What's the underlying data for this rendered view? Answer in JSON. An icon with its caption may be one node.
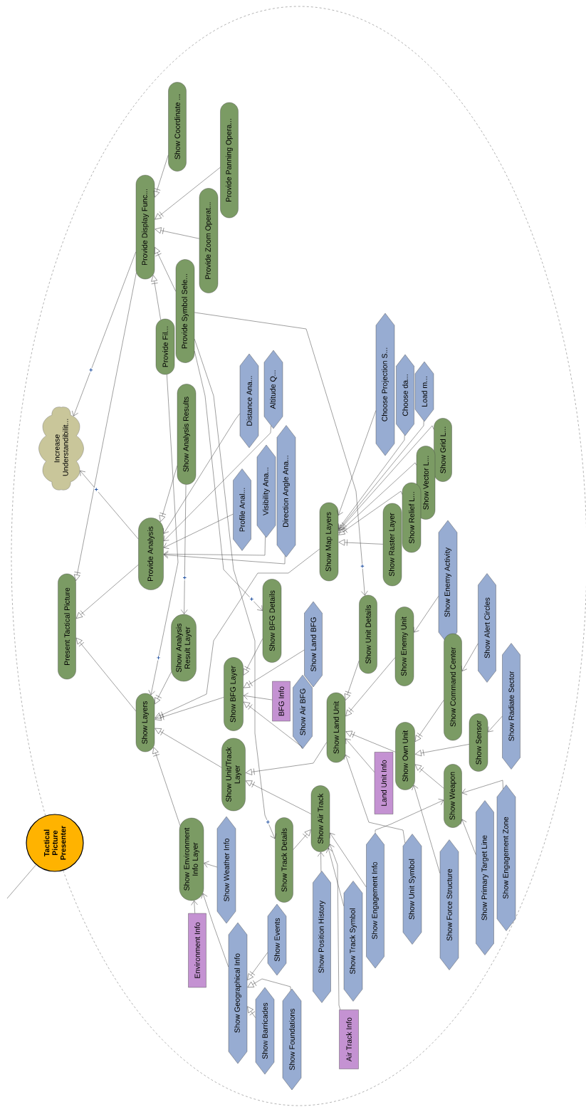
{
  "diagram": {
    "nodes": [
      {
        "text": [
          "Tactical Picture Presenter"
        ]
      },
      {
        "text": [
          "Present Tactical Picture"
        ]
      },
      {
        "text": [
          "Increase Understandibilit..."
        ]
      },
      {
        "text": [
          "Provide Display Func..."
        ]
      },
      {
        "text": [
          "Show Coordinate ..."
        ]
      },
      {
        "text": [
          "Provide Panning Opera..."
        ]
      },
      {
        "text": [
          "Provide Zoom Operat..."
        ]
      },
      {
        "text": [
          "Provide Symbol Sele..."
        ]
      },
      {
        "text": [
          "Provide Fil..."
        ]
      },
      {
        "text": [
          "Provide Analysis"
        ]
      },
      {
        "text": [
          "Show Analysis Results"
        ]
      },
      {
        "text": [
          "Show Analysis Result Layer"
        ]
      },
      {
        "text": [
          "Distance Ana..."
        ]
      },
      {
        "text": [
          "Altitude Q..."
        ]
      },
      {
        "text": [
          "Profile Anal..."
        ]
      },
      {
        "text": [
          "Visibility Ana..."
        ]
      },
      {
        "text": [
          "Direction Angle Ana..."
        ]
      },
      {
        "text": [
          "Show Layers"
        ]
      },
      {
        "text": [
          "Show BFG Details"
        ]
      },
      {
        "text": [
          "Show BFG Layer"
        ]
      },
      {
        "text": [
          "BFG Info"
        ]
      },
      {
        "text": [
          "Show Land BFG"
        ]
      },
      {
        "text": [
          "Show Air BFG"
        ]
      },
      {
        "text": [
          "Show Map Layers"
        ]
      },
      {
        "text": [
          "Choose Projection S..."
        ]
      },
      {
        "text": [
          "Choose da..."
        ]
      },
      {
        "text": [
          "Load m..."
        ]
      },
      {
        "text": [
          "Show Grid L..."
        ]
      },
      {
        "text": [
          "Show Vector L..."
        ]
      },
      {
        "text": [
          "Show Relief L..."
        ]
      },
      {
        "text": [
          "Show Raster Layer"
        ]
      },
      {
        "text": [
          "Show Unit Details"
        ]
      },
      {
        "text": [
          "Show Enemy Unit"
        ]
      },
      {
        "text": [
          "Show Enemy Activity"
        ]
      },
      {
        "text": [
          "Show Alert Circles"
        ]
      },
      {
        "text": [
          "Show Command Center"
        ]
      },
      {
        "text": [
          "Show Radiate Sector"
        ]
      },
      {
        "text": [
          "Show Unit/Track Layer"
        ]
      },
      {
        "text": [
          "Show Land Unit"
        ]
      },
      {
        "text": [
          "Show Own Unit"
        ]
      },
      {
        "text": [
          "Show Sensor"
        ]
      },
      {
        "text": [
          "Show Weapon"
        ]
      },
      {
        "text": [
          "Land Unit Info"
        ]
      },
      {
        "text": [
          "Show Environment Info Layer"
        ]
      },
      {
        "text": [
          "Show Weather Info"
        ]
      },
      {
        "text": [
          "Environment Info"
        ]
      },
      {
        "text": [
          "Show Track Details"
        ]
      },
      {
        "text": [
          "Show Air Track"
        ]
      },
      {
        "text": [
          "Show Geographical Info"
        ]
      },
      {
        "text": [
          "Show Events"
        ]
      },
      {
        "text": [
          "Show Barricades"
        ]
      },
      {
        "text": [
          "Show Foundations"
        ]
      },
      {
        "text": [
          "Show Position History"
        ]
      },
      {
        "text": [
          "Show Track Symbol"
        ]
      },
      {
        "text": [
          "Show Engagement Info"
        ]
      },
      {
        "text": [
          "Air Track Info"
        ]
      },
      {
        "text": [
          "Show Unit Symbol"
        ]
      },
      {
        "text": [
          "Show Force Structure"
        ]
      },
      {
        "text": [
          "Show Primary Target Line"
        ]
      },
      {
        "text": [
          "Show Engagement Zone"
        ]
      }
    ],
    "edges": [
      {
        "from": 4,
        "to": 3,
        "arrow": "to"
      },
      {
        "from": 5,
        "to": 3,
        "arrow": "to"
      },
      {
        "from": 6,
        "to": 3,
        "arrow": "to"
      },
      {
        "from": 7,
        "to": 3,
        "arrow": "to"
      },
      {
        "from": 8,
        "to": 3,
        "arrow": "to"
      },
      {
        "from": 3,
        "to": 2,
        "arrow": "to",
        "label": "+"
      },
      {
        "from": 3,
        "to": 1,
        "arrow": "to"
      },
      {
        "from": 8,
        "to": 17,
        "arrow": "to",
        "label": "+"
      },
      {
        "from": 9,
        "to": 2,
        "arrow": "to",
        "label": "+"
      },
      {
        "from": 9,
        "to": 1,
        "arrow": "to"
      },
      {
        "from": 17,
        "to": 1,
        "arrow": "to"
      },
      {
        "from": 10,
        "to": 9,
        "arrow": "to"
      },
      {
        "from": 10,
        "to": 11,
        "arrow": "to",
        "label": "+"
      },
      {
        "from": 11,
        "to": 17,
        "arrow": "to"
      },
      {
        "from": 12,
        "to": 9,
        "arrow": "to"
      },
      {
        "from": 13,
        "to": 9,
        "arrow": "to"
      },
      {
        "from": 14,
        "to": 9,
        "arrow": "to"
      },
      {
        "from": 15,
        "to": 9,
        "arrow": "to"
      },
      {
        "from": 16,
        "to": 9,
        "arrow": "to"
      },
      {
        "from": 7,
        "to": 18,
        "arrow": "to",
        "label": "+"
      },
      {
        "from": 7,
        "to": 46,
        "arrow": "to",
        "label": "+"
      },
      {
        "from": 7,
        "to": 31,
        "arrow": "to",
        "label": "+"
      },
      {
        "from": 23,
        "to": 17,
        "arrow": "to"
      },
      {
        "from": 19,
        "to": 17,
        "arrow": "to"
      },
      {
        "from": 37,
        "to": 17,
        "arrow": "to"
      },
      {
        "from": 43,
        "to": 17,
        "arrow": "to"
      },
      {
        "from": 18,
        "to": 19,
        "arrow": "to"
      },
      {
        "from": 21,
        "to": 19,
        "arrow": "to"
      },
      {
        "from": 22,
        "to": 19,
        "arrow": "to"
      },
      {
        "from": 20,
        "to": 19,
        "arrow": "to"
      },
      {
        "from": 24,
        "to": 23,
        "arrow": "to"
      },
      {
        "from": 25,
        "to": 23,
        "arrow": "to"
      },
      {
        "from": 26,
        "to": 23,
        "arrow": "to"
      },
      {
        "from": 27,
        "to": 23,
        "arrow": "to"
      },
      {
        "from": 28,
        "to": 23,
        "arrow": "to"
      },
      {
        "from": 29,
        "to": 23,
        "arrow": "to"
      },
      {
        "from": 30,
        "to": 23,
        "arrow": "to"
      },
      {
        "from": 31,
        "to": 38,
        "arrow": "to"
      },
      {
        "from": 32,
        "to": 38,
        "arrow": "to"
      },
      {
        "from": 33,
        "to": 32,
        "arrow": "to"
      },
      {
        "from": 34,
        "to": 35,
        "arrow": "to"
      },
      {
        "from": 35,
        "to": 39,
        "arrow": "to"
      },
      {
        "from": 36,
        "to": 40,
        "arrow": "to"
      },
      {
        "from": 40,
        "to": 39,
        "arrow": "to"
      },
      {
        "from": 41,
        "to": 39,
        "arrow": "to"
      },
      {
        "from": 39,
        "to": 38,
        "arrow": "to"
      },
      {
        "from": 38,
        "to": 37,
        "arrow": "to"
      },
      {
        "from": 47,
        "to": 37,
        "arrow": "to"
      },
      {
        "from": 46,
        "to": 47,
        "arrow": "to"
      },
      {
        "from": 42,
        "to": 38,
        "arrow": "to"
      },
      {
        "from": 56,
        "to": 38,
        "arrow": "to"
      },
      {
        "from": 52,
        "to": 47,
        "arrow": "to"
      },
      {
        "from": 53,
        "to": 47,
        "arrow": "to"
      },
      {
        "from": 55,
        "to": 47,
        "arrow": "to"
      },
      {
        "from": 54,
        "to": 47,
        "arrow": "to"
      },
      {
        "from": 54,
        "to": 41,
        "arrow": "to"
      },
      {
        "from": 57,
        "to": 39,
        "arrow": "to"
      },
      {
        "from": 58,
        "to": 41,
        "arrow": "to"
      },
      {
        "from": 59,
        "to": 41,
        "arrow": "to"
      },
      {
        "from": 44,
        "to": 43,
        "arrow": "to"
      },
      {
        "from": 48,
        "to": 43,
        "arrow": "to"
      },
      {
        "from": 45,
        "to": 43,
        "arrow": "to"
      },
      {
        "from": 49,
        "to": 48,
        "arrow": "to"
      },
      {
        "from": 50,
        "to": 48,
        "arrow": "to"
      },
      {
        "from": 51,
        "to": 48,
        "arrow": "to"
      },
      {
        "from": 0,
        "to": null,
        "arrow": "none"
      }
    ]
  }
}
